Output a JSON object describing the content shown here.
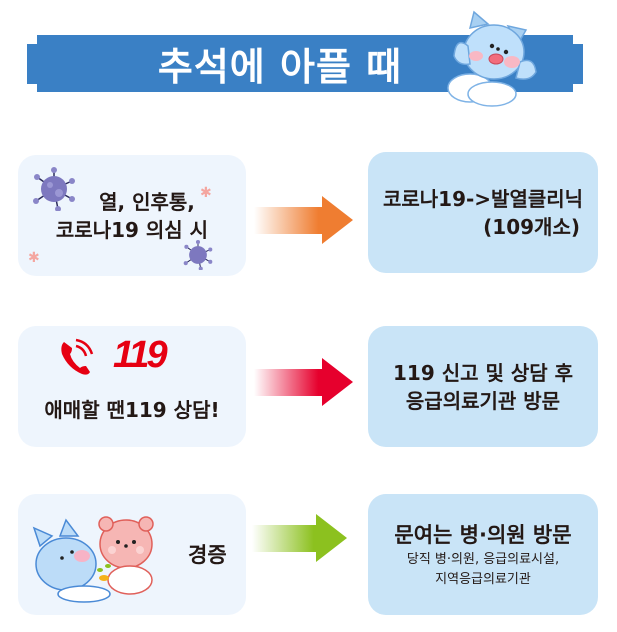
{
  "banner": {
    "title": "추석에 아플 때",
    "color": "#3a80c5",
    "mascot_icon": "blue-bear-mascot"
  },
  "rows": [
    {
      "left": {
        "lines": [
          "열, 인후통,",
          "코로나19 의심 시"
        ],
        "icons": [
          "virus-icon",
          "virus-icon",
          "star-icon",
          "star-icon"
        ]
      },
      "arrow": {
        "color": "#ef7d31"
      },
      "right": {
        "lines": [
          "코로나19->발열클리닉",
          "(109개소)"
        ]
      }
    },
    {
      "left": {
        "logo_text": "119",
        "lines": [
          "애매할 땐119 상담!"
        ],
        "icons": [
          "phone-icon",
          "119-logo"
        ]
      },
      "arrow": {
        "color": "#e6002d"
      },
      "right": {
        "lines": [
          "119 신고 및 상담 후",
          "응급의료기관 방문"
        ]
      }
    },
    {
      "left": {
        "lines": [
          "경증"
        ],
        "icons": [
          "blue-bear-icon",
          "pink-bear-icon"
        ]
      },
      "arrow": {
        "color": "#8cc11f"
      },
      "right": {
        "title": "문여는 병·의원 방문",
        "sub_lines": [
          "당직 병·의원, 응급의료시설,",
          "지역응급의료기관"
        ]
      }
    }
  ]
}
